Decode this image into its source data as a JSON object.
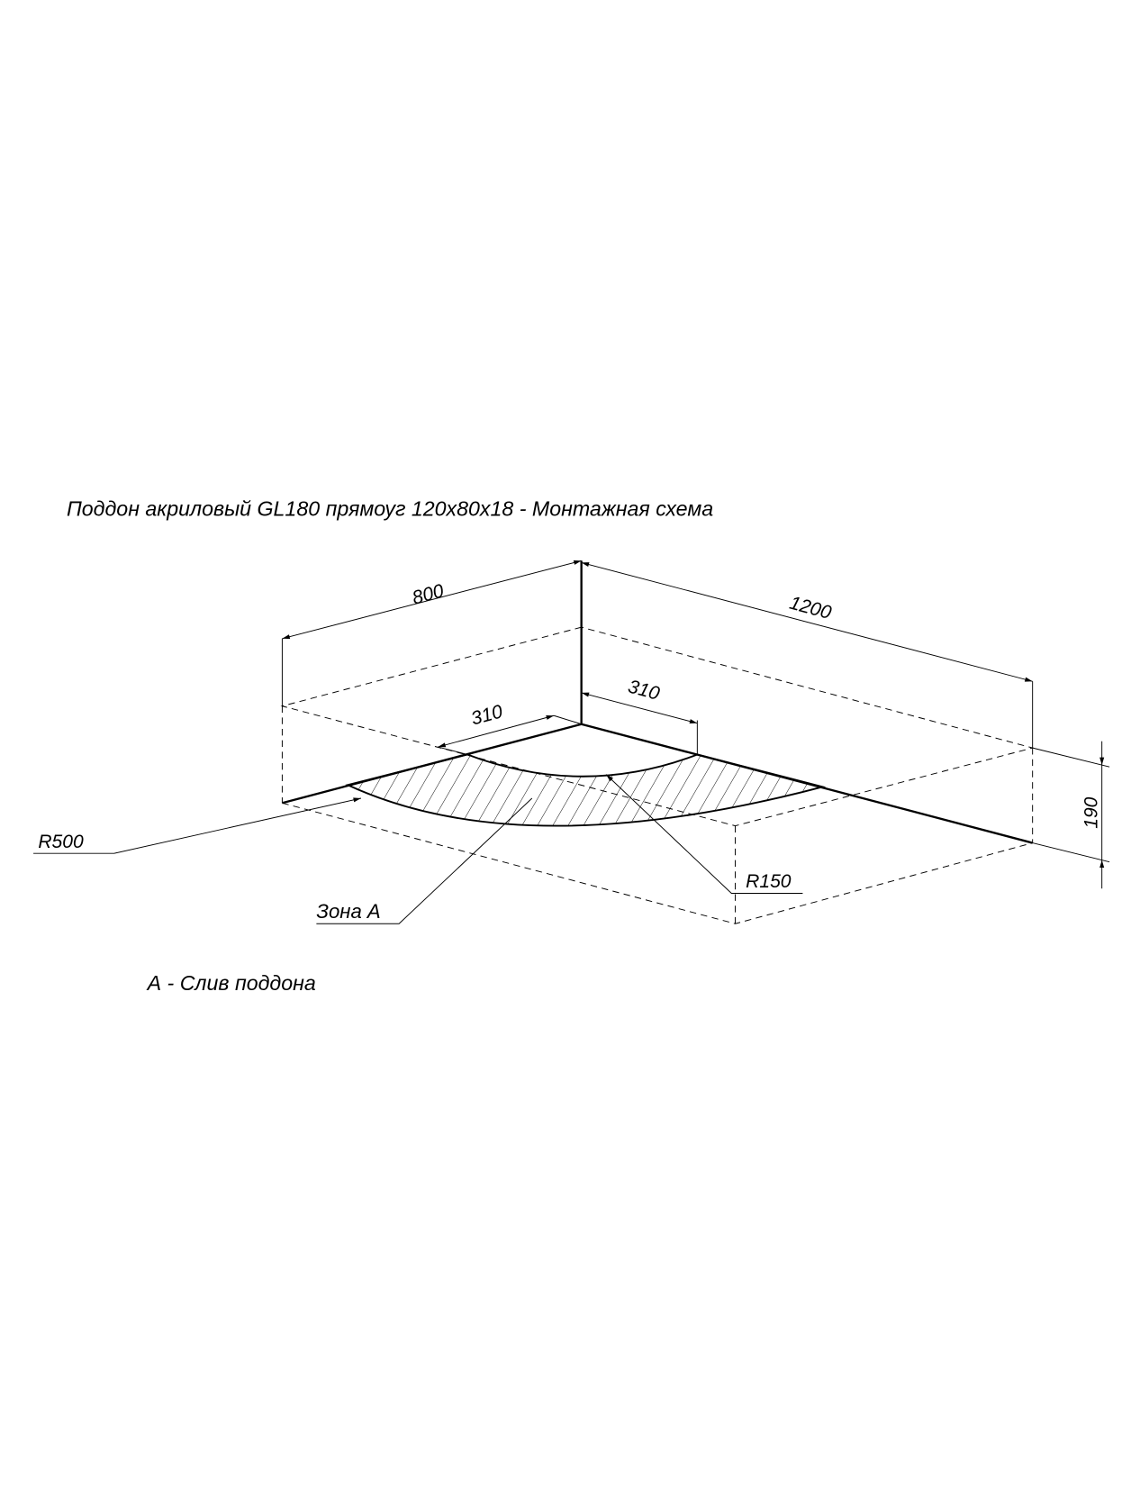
{
  "title": "Поддон акриловый  GL180 прямоуг 120x80x18 - Монтажная схема",
  "dimensions": {
    "width": "800",
    "length": "1200",
    "height": "190",
    "drain_offset_left": "310",
    "drain_offset_right": "310"
  },
  "callouts": {
    "outer_radius": "R500",
    "inner_radius": "R150",
    "zone": "Зона А"
  },
  "legend": "А - Слив поддона",
  "colors": {
    "line": "#000000",
    "background": "#ffffff"
  }
}
